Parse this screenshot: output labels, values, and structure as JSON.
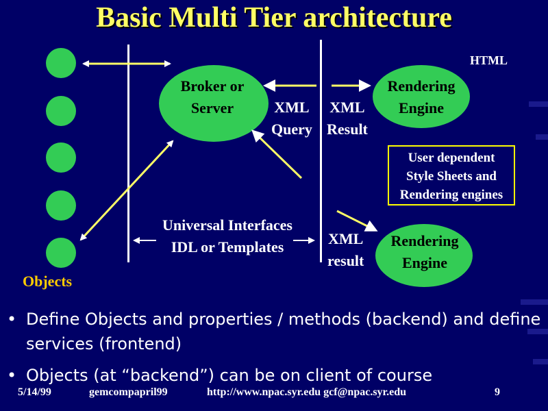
{
  "title": "Basic Multi Tier architecture",
  "html_label": "HTML",
  "broker_label": [
    "Broker or",
    "Server"
  ],
  "rendering_top_label": [
    "Rendering",
    "Engine"
  ],
  "xml_query_label": [
    "XML",
    "Query"
  ],
  "xml_result_label": [
    "XML",
    "Result"
  ],
  "user_dependent_label": [
    "User dependent",
    "Style Sheets and",
    "Rendering engines"
  ],
  "universal_label": "Universal Interfaces",
  "idl_label": "IDL or Templates",
  "xml_result_bottom_label": [
    "XML",
    "result"
  ],
  "rendering_bottom_label": [
    "Rendering",
    "Engine"
  ],
  "objects_label": "Objects",
  "bullets": [
    "Define Objects and properties / methods (backend) and define services (frontend)",
    "Objects (at “backend”) can be on client of course"
  ],
  "footer": {
    "date": "5/14/99",
    "file": "gemcompapril99",
    "url": "http://www.npac.syr.edu gcf@npac.syr.edu",
    "page": "9"
  },
  "colors": {
    "background": "#000066",
    "title": "#ffff66",
    "node": "#33cc55",
    "objects_label": "#ffcc00",
    "box_border": "#ffff00"
  }
}
